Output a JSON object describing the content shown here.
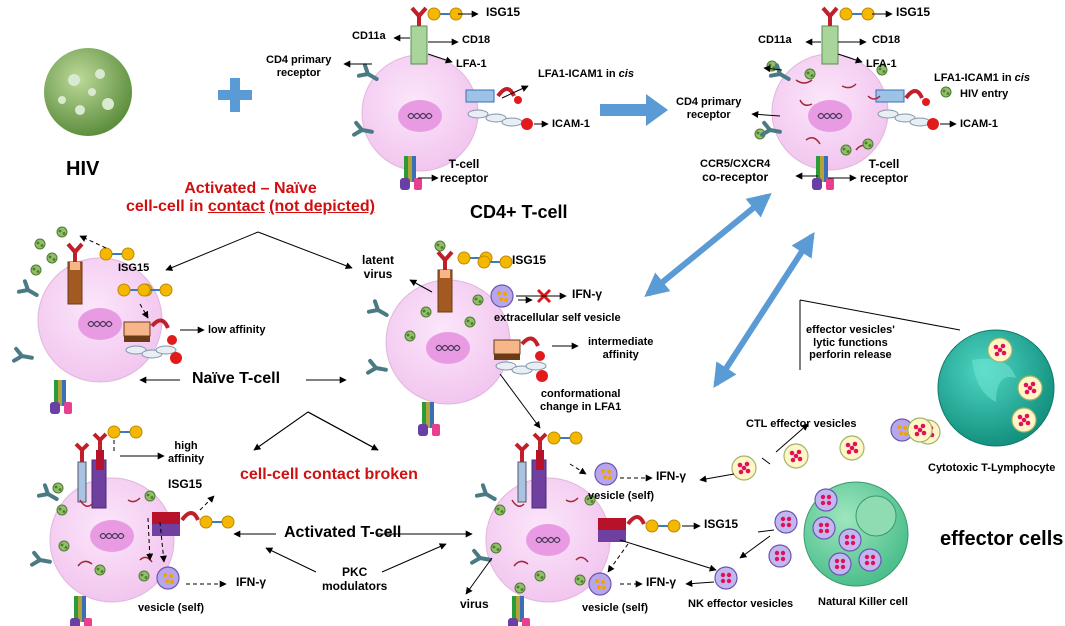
{
  "labels": {
    "hiv": "HIV",
    "cd4_cell": "CD4+ T-cell",
    "effector_cells": "effector cells",
    "isg15": "ISG15",
    "cd11a": "CD11a",
    "cd18": "CD18",
    "lfa1": "LFA-1",
    "lfa1_icam1_prefix": "LFA1-ICAM1 in ",
    "lfa1_icam1_italic": "cis",
    "icam1": "ICAM-1",
    "cd4_primary_1": "CD4 primary",
    "cd4_primary_2": "receptor",
    "tcr_1": "T-cell",
    "tcr_2": "receptor",
    "hiv_entry": "HIV entry",
    "ccr5_1": "CCR5/CXCR4",
    "ccr5_2": "co-receptor",
    "act_naive_1": "Activated – Naïve",
    "act_naive_2a": "cell-cell in ",
    "act_naive_2b": "contact",
    "act_naive_2c": "(not depicted)",
    "low_affinity": "low affinity",
    "naive_tcell": "Naïve T-cell",
    "latent_1": "latent",
    "latent_2": "virus",
    "ifng": "IFN-γ",
    "extra_vesicle": "extracellular self vesicle",
    "intermediate_1": "intermediate",
    "intermediate_2": "affinity",
    "conf_1": "conformational",
    "conf_2": "change in LFA1",
    "effector_1": "effector vesicles'",
    "effector_2": "lytic functions",
    "effector_3": "perforin release",
    "ctl_vesicles": "CTL effector vesicles",
    "ctl": "Cytotoxic T-Lymphocyte",
    "high_1": "high",
    "high_2": "affinity",
    "broken": "cell-cell contact broken",
    "activated_tcell": "Activated T-cell",
    "pkc_1": "PKC",
    "pkc_2": "modulators",
    "vesicle_self": "vesicle (self)",
    "virus": "virus",
    "nk_vesicles": "NK effector vesicles",
    "nk_cell": "Natural Killer cell"
  },
  "colors": {
    "cell_fill": "#f6d3f4",
    "nucleus_fill": "#e89be3",
    "arrow_blue": "#5b9bd5",
    "virus_green": "#7fae5c",
    "isg15_yellow": "#f5b800",
    "red_text": "#d01010",
    "ctl_teal": "#1ea89a",
    "nk_green": "#6fcf9f"
  }
}
